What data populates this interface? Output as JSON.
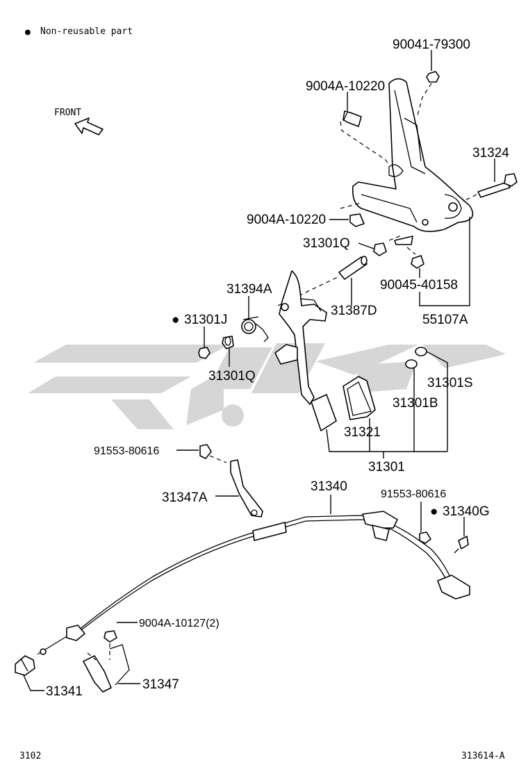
{
  "legend": {
    "bullet": "●",
    "text": "Non-reusable part"
  },
  "front_indicator": "FRONT",
  "part_labels": {
    "p90041_79300": "90041-79300",
    "p9004A_10220_top": "9004A-10220",
    "p31324": "31324",
    "p9004A_10220_mid": "9004A-10220",
    "p31301Q_top": "31301Q",
    "p31394A": "31394A",
    "p90045_40158": "90045-40158",
    "p31387D": "31387D",
    "p55107A": "55107A",
    "p31301J": "31301J",
    "p31301Q_bottom": "31301Q",
    "p31301S": "31301S",
    "p31301B": "31301B",
    "p31321": "31321",
    "p31301": "31301",
    "p91553_80616_left": "91553-80616",
    "p31347A": "31347A",
    "p31340": "31340",
    "p91553_80616_right": "91553-80616",
    "p31340G": "31340G",
    "p9004A_10127": "9004A-10127(2)",
    "p31341": "31341",
    "p31347": "31347"
  },
  "footer": {
    "left_code": "3102",
    "right_code": "313614-A"
  },
  "colors": {
    "line": "#000000",
    "watermark": "#d6d6d6",
    "background": "#ffffff"
  }
}
